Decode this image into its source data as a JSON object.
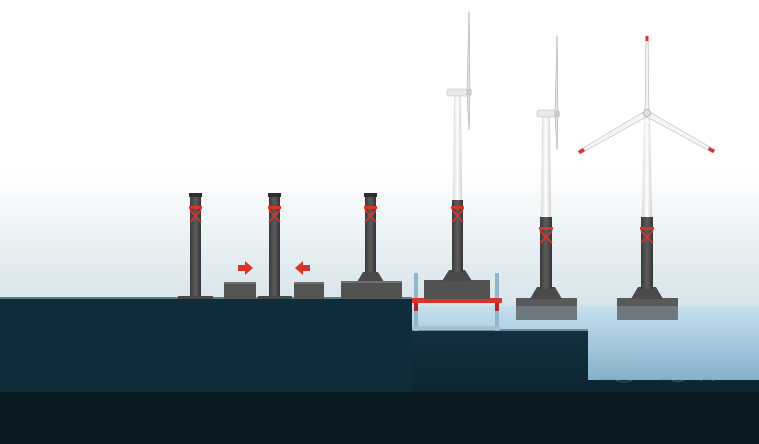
{
  "diagram": {
    "stages": [
      {
        "id": "tower-on-quay",
        "component": "tower-section"
      },
      {
        "id": "tower-with-incoming-buoyancy-left",
        "component": "tower-section",
        "arrow": "right"
      },
      {
        "id": "tower-with-incoming-buoyancy-right",
        "component": "buoyancy-ring",
        "arrow": "left"
      },
      {
        "id": "tower-assembled-on-base",
        "component": "assembled-foundation"
      },
      {
        "id": "turbine-on-submersible-barge",
        "component": "turbine-on-barge"
      },
      {
        "id": "turbine-floating-unfinished",
        "component": "floating-turbine"
      },
      {
        "id": "turbine-floating-complete",
        "component": "floating-turbine-complete"
      }
    ],
    "colors": {
      "sky_top": "#ffffff",
      "sky_bottom": "#d9e6ea",
      "quay": "#0f2c3b",
      "seabed_dark": "#0b1e28",
      "water_top": "#c9e2ef",
      "water_bottom": "#4d86ad",
      "steel": "#4a4a4a",
      "steel_light": "#6a6a6a",
      "accent_red": "#d9342b",
      "blade": "#f2f2f2",
      "barge_pale": "#8fb6cd"
    }
  }
}
